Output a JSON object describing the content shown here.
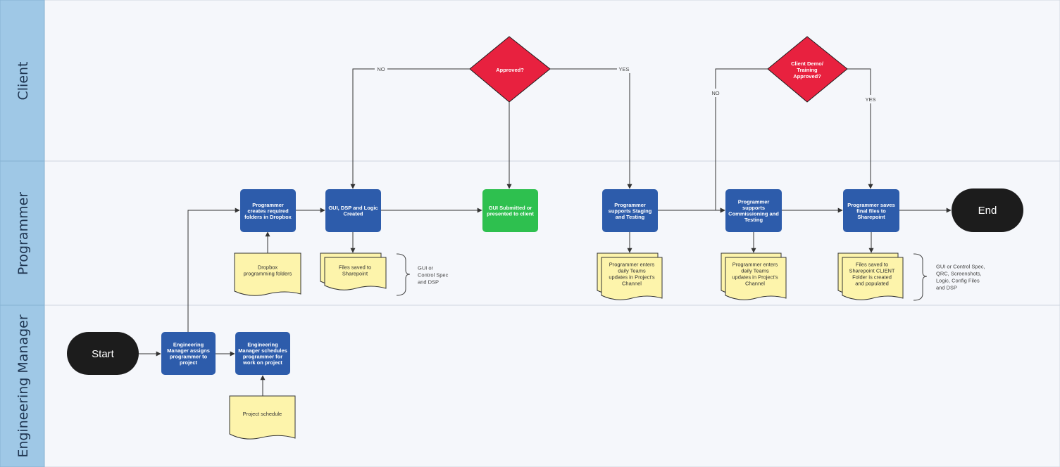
{
  "lanes": {
    "client": "Client",
    "programmer": "Programmer",
    "engineering_manager": "Engineering Manager"
  },
  "terminals": {
    "start": "Start",
    "end": "End"
  },
  "processes": {
    "assign": [
      "Engineering",
      "Manager assigns",
      "programmer to",
      "project"
    ],
    "schedule": [
      "Engineering",
      "Manager schedules",
      "programmer for",
      "work on project"
    ],
    "create_folders": [
      "Programmer",
      "creates required",
      "folders in Dropbox"
    ],
    "gui_created": [
      "GUI, DSP and Logic",
      "Created"
    ],
    "gui_submitted": [
      "GUI Submitted or",
      "presented to client"
    ],
    "staging": [
      "Programmer",
      "supports Staging",
      "and Testing"
    ],
    "commissioning": [
      "Programmer",
      "supports",
      "Commissioning and",
      "Testing"
    ],
    "save_final": [
      "Programmer saves",
      "final files to",
      "Sharepoint"
    ]
  },
  "decisions": {
    "approved": [
      "Approved?"
    ],
    "client_demo": [
      "Client Demo/",
      "Training",
      "Approved?"
    ]
  },
  "documents": {
    "dropbox": [
      "Dropbox",
      "programming folders"
    ],
    "project_schedule": [
      "Project schedule"
    ],
    "files_saved": [
      "Files saved to",
      "Sharepoint"
    ],
    "teams_updates_1": [
      "Programmer enters",
      "daily Teams",
      "updates in Project's",
      "Channel"
    ],
    "teams_updates_2": [
      "Programmer enters",
      "daily Teams",
      "updates in Project's",
      "Channel"
    ],
    "client_folder": [
      "Files saved to",
      "Sharepoint CLIENT",
      "Folder is created",
      "and populated"
    ]
  },
  "edge_labels": {
    "approved_no": "NO",
    "approved_yes": "YES",
    "demo_no": "NO",
    "demo_yes": "YES"
  },
  "notes": {
    "gui_files": [
      "GUI or",
      "Control Spec",
      "and DSP"
    ],
    "final_files": [
      "GUI or Control Spec,",
      "QRC, Screenshots,",
      "Logic, Config Files",
      "and DSP"
    ]
  },
  "colors": {
    "process": "#2d5cab",
    "submitted": "#2ec04f",
    "decision": "#e8213f",
    "terminal": "#1c1c1c",
    "document": "#fdf4ab",
    "lane_header": "#9fc8e6",
    "background": "#f5f7fb"
  }
}
